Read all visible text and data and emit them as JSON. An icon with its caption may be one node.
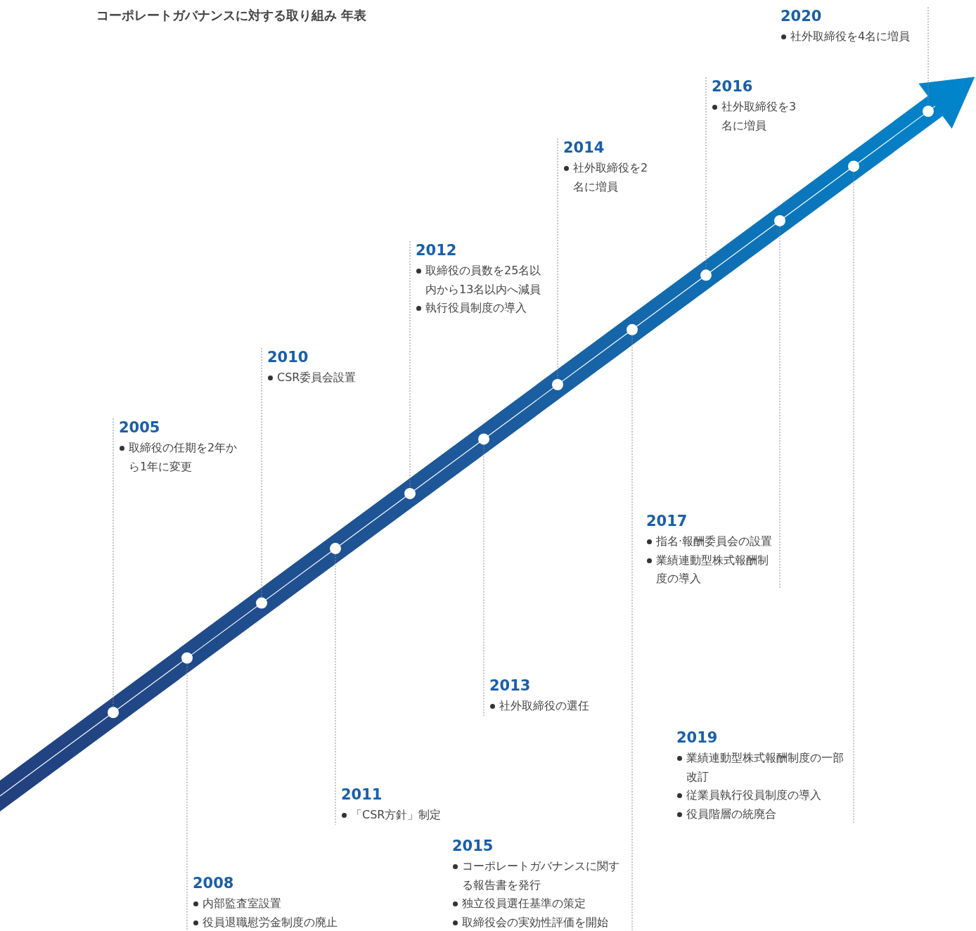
{
  "diagram": {
    "title": "コーポレートガバナンスに対する取り組み 年表",
    "nodes": [
      {
        "text": [
          "2005",
          "取締役の任期を2年から1年に変更"
        ]
      },
      {
        "text": [
          "2008",
          "内部監査室設置",
          "役員退職慰労金制度の廃止"
        ]
      },
      {
        "text": [
          "2010",
          "CSR委員会設置"
        ]
      },
      {
        "text": [
          "2011",
          "「CSR方針」制定"
        ]
      },
      {
        "text": [
          "2012",
          "取締役の員数を25名以内から13名以内へ減員",
          "執行役員制度の導入"
        ]
      },
      {
        "text": [
          "2013",
          "社外取締役の選任"
        ]
      },
      {
        "text": [
          "2014",
          "社外取締役を2名に増員"
        ]
      },
      {
        "text": [
          "2015",
          "コーポレートガバナンスに関する報告書を発行",
          "独立役員選任基準の策定",
          "取締役会の実効性評価を開始"
        ]
      },
      {
        "text": [
          "2016",
          "社外取締役を3名に増員"
        ]
      },
      {
        "text": [
          "2017",
          "指名·報酬委員会の設置",
          "業績連動型株式報酬制度の導入"
        ]
      },
      {
        "text": [
          "2019",
          "業績連動型株式報酬制度の一部改訂",
          "従業員執行役員制度の導入",
          "役員階層の統廃合"
        ]
      },
      {
        "text": [
          "2020",
          "社外取締役を4名に増員"
        ]
      },
      {
        "text": [],
        "shape": "circle"
      },
      {
        "text": [],
        "shape": "circle"
      },
      {
        "text": [],
        "shape": "circle"
      },
      {
        "text": [],
        "shape": "circle"
      },
      {
        "text": [],
        "shape": "circle"
      },
      {
        "text": [],
        "shape": "circle"
      },
      {
        "text": [],
        "shape": "circle"
      },
      {
        "text": [],
        "shape": "circle"
      },
      {
        "text": [],
        "shape": "circle"
      },
      {
        "text": [],
        "shape": "circle"
      },
      {
        "text": [],
        "shape": "circle"
      },
      {
        "text": [],
        "shape": "circle"
      }
    ],
    "edges": [
      {
        "from": 0,
        "to": 12,
        "arrow": "none",
        "style": "dashed"
      },
      {
        "from": 1,
        "to": 13,
        "arrow": "none",
        "style": "dashed"
      },
      {
        "from": 2,
        "to": 14,
        "arrow": "none",
        "style": "dashed"
      },
      {
        "from": 3,
        "to": 15,
        "arrow": "none",
        "style": "dashed"
      },
      {
        "from": 4,
        "to": 16,
        "arrow": "none",
        "style": "dashed"
      },
      {
        "from": 5,
        "to": 17,
        "arrow": "none",
        "style": "dashed"
      },
      {
        "from": 6,
        "to": 18,
        "arrow": "none",
        "style": "dashed"
      },
      {
        "from": 7,
        "to": 19,
        "arrow": "none",
        "style": "dashed"
      },
      {
        "from": 8,
        "to": 20,
        "arrow": "none",
        "style": "dashed"
      },
      {
        "from": 9,
        "to": 21,
        "arrow": "none",
        "style": "dashed"
      },
      {
        "from": 10,
        "to": 22,
        "arrow": "none",
        "style": "dashed"
      },
      {
        "from": 11,
        "to": 23,
        "arrow": "none",
        "style": "dashed"
      }
    ]
  }
}
